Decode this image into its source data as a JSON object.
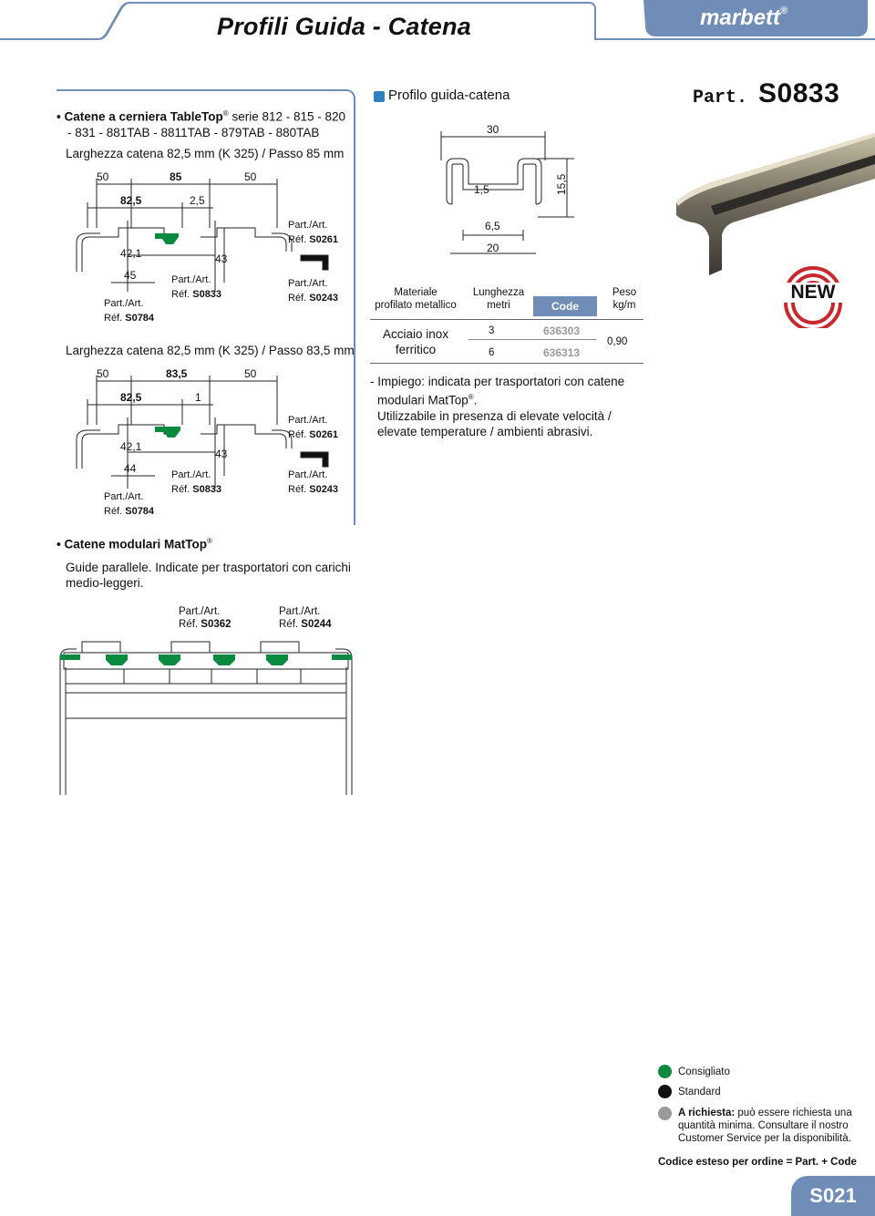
{
  "header": {
    "title": "Profili Guida - Catena",
    "brand": "marbett",
    "brand_mark": "®",
    "accent_color": "#6f8db6"
  },
  "left": {
    "bullet1_line1": "Catene a cerniera TableTop",
    "bullet1_reg": "®",
    "bullet1_line1b": " serie 812 - 815 - 820",
    "bullet1_line2": "- 831 - 881TAB - 8811TAB - 879TAB - 880TAB",
    "section1_title": "Larghezza catena 82,5 mm (K 325) / Passo 85 mm",
    "diagram1": {
      "dim_50_left": "50",
      "dim_85": "85",
      "dim_50_right": "50",
      "dim_825": "82,5",
      "dim_25": "2,5",
      "dim_421": "42,1",
      "dim_45": "45",
      "dim_43": "43",
      "ref_s0784_a": "Part./Art.",
      "ref_s0784_b": "Réf. ",
      "ref_s0784_c": "S0784",
      "ref_s0833_a": "Part./Art.",
      "ref_s0833_b": "Réf. ",
      "ref_s0833_c": "S0833",
      "ref_s0261_a": "Part./Art.",
      "ref_s0261_b": "Réf. ",
      "ref_s0261_c": "S0261",
      "ref_s0243_a": "Part./Art.",
      "ref_s0243_b": "Réf. ",
      "ref_s0243_c": "S0243"
    },
    "section2_title": "Larghezza catena 82,5 mm (K 325) / Passo 83,5 mm",
    "diagram2": {
      "dim_50_left": "50",
      "dim_835": "83,5",
      "dim_50_right": "50",
      "dim_825": "82,5",
      "dim_1": "1",
      "dim_421": "42,1",
      "dim_44": "44",
      "dim_43": "43",
      "ref_s0784_a": "Part./Art.",
      "ref_s0784_b": "Réf. ",
      "ref_s0784_c": "S0784",
      "ref_s0833_a": "Part./Art.",
      "ref_s0833_b": "Réf. ",
      "ref_s0833_c": "S0833",
      "ref_s0261_a": "Part./Art.",
      "ref_s0261_b": "Réf. ",
      "ref_s0261_c": "S0261",
      "ref_s0243_a": "Part./Art.",
      "ref_s0243_b": "Réf. ",
      "ref_s0243_c": "S0243"
    },
    "bullet2": "Catene modulari MatTop",
    "bullet2_reg": "®",
    "bullet2_desc1": "Guide parallele. Indicate per trasportatori con carichi",
    "bullet2_desc2": "medio-leggeri.",
    "diagram3": {
      "ref_s0362_a": "Part./Art.",
      "ref_s0362_b": "Réf. ",
      "ref_s0362_c": "S0362",
      "ref_s0244_a": "Part./Art.",
      "ref_s0244_b": "Réf. ",
      "ref_s0244_c": "S0244"
    }
  },
  "right": {
    "profile_title": "Profilo guida-catena",
    "part_prefix": "Part.",
    "part_code": "S0833",
    "profile_dims": {
      "w30": "30",
      "t15": "1,5",
      "h155": "15,5",
      "g65": "6,5",
      "b20": "20"
    },
    "new_badge": "NEW",
    "table": {
      "h_material1": "Materiale",
      "h_material2": "profilato metallico",
      "h_length1": "Lunghezza",
      "h_length2": "metri",
      "h_code": "Code",
      "h_weight1": "Peso",
      "h_weight2": "kg/m",
      "material1": "Acciaio inox",
      "material2": "ferritico",
      "rows": [
        {
          "length": "3",
          "code": "636303"
        },
        {
          "length": "6",
          "code": "636313"
        }
      ],
      "weight": "0,90"
    },
    "notes": {
      "l1": "- Impiego: indicata per trasportatori con catene",
      "l2a": "modulari MatTop",
      "l2reg": "®",
      "l2b": ".",
      "l3": "Utilizzabile in presenza di elevate velocità /",
      "l4": "elevate temperature / ambienti abrasivi."
    }
  },
  "legend": {
    "consigliato": "Consigliato",
    "standard": "Standard",
    "richiesta_bold": "A richiesta:",
    "richiesta_1": " può essere richiesta una",
    "richiesta_2": "quantità minima. Consultare il nostro",
    "richiesta_3": "Customer Service per la disponibilità.",
    "code_note": "Codice esteso per ordine = Part. + Code",
    "colors": {
      "consigliato": "#0a8a3f",
      "standard": "#111111",
      "richiesta": "#9a9a9a"
    }
  },
  "footer": {
    "page_code": "S021"
  }
}
